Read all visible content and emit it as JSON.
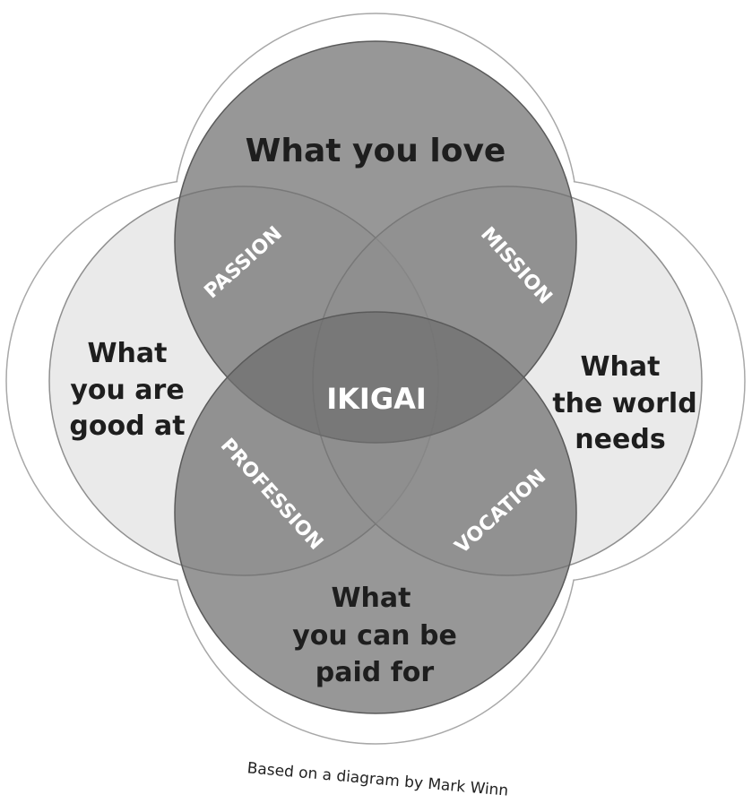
{
  "diagram": {
    "circles": {
      "love": {
        "lines": [
          "What you love"
        ]
      },
      "good_at": {
        "lines": [
          "What",
          "you are",
          "good at"
        ]
      },
      "world_needs": {
        "lines": [
          "What",
          "the world",
          "needs"
        ]
      },
      "paid_for": {
        "lines": [
          "What",
          "you can be",
          "paid for"
        ]
      }
    },
    "intersections": {
      "passion": "PASSION",
      "mission": "MISSION",
      "profession": "PROFESSION",
      "vocation": "VOCATION"
    },
    "center": "IKIGAI",
    "credit": "Based on a diagram by Mark Winn",
    "colors": {
      "top_bottom_fill": "#7c7c7c",
      "side_fill": "#d9d9d9",
      "outline": "#9a9a9a",
      "text_dark": "#1e1e1e",
      "text_light": "#ffffff"
    }
  }
}
